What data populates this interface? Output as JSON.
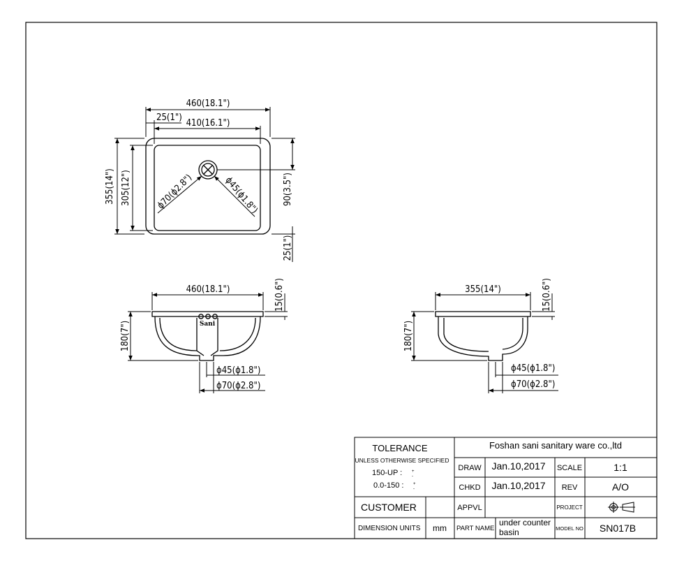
{
  "top_view": {
    "dim_overall_width": "460(18.1\")",
    "dim_flange": "25(1\")",
    "dim_inner_width": "410(16.1\")",
    "dim_overall_depth": "355(14\")",
    "dim_inner_depth": "305(12\")",
    "dim_drain_offset": "90(3.5\")",
    "dim_rear_flange": "25(1\")",
    "dim_drain_outer": "ϕ70(ϕ2.8\")",
    "dim_drain_inner": "ϕ45(ϕ1.8\")"
  },
  "front_view": {
    "dim_width": "460(18.1\")",
    "dim_rim": "15(0.6\")",
    "dim_height": "180(7\")",
    "dim_drain_inner": "ϕ45(ϕ1.8\")",
    "dim_drain_outer": "ϕ70(ϕ2.8\")",
    "logo_text": "Sani"
  },
  "side_view": {
    "dim_width": "355(14\")",
    "dim_rim": "15(0.6\")",
    "dim_height": "180(7\")",
    "dim_drain_inner": "ϕ45(ϕ1.8\")",
    "dim_drain_outer": "ϕ70(ϕ2.8\")"
  },
  "title_block": {
    "tolerance_label": "TOLERANCE",
    "unless_label": "UNLESS OTHERWISE SPECIFIED",
    "tol_150_up": "150-UP :",
    "tol_0_150": "0.0-150 :",
    "company": "Foshan sani sanitary ware co.,ltd",
    "draw_label": "DRAW",
    "draw_date": "Jan.10,2017",
    "scale_label": "SCALE",
    "scale_value": "1:1",
    "chkd_label": "CHKD",
    "chkd_date": "Jan.10,2017",
    "rev_label": "REV",
    "rev_value": "A/O",
    "customer_label": "CUSTOMER",
    "appvl_label": "APPVL",
    "project_label": "PROJECT",
    "dimension_units_label": "DIMENSION UNITS",
    "dimension_units_value": "mm",
    "part_name_label": "PART NAME",
    "part_name_line1": "under counter",
    "part_name_line2": "basin",
    "model_no_label": "MODEL NO",
    "model_no_value": "SN017B"
  }
}
